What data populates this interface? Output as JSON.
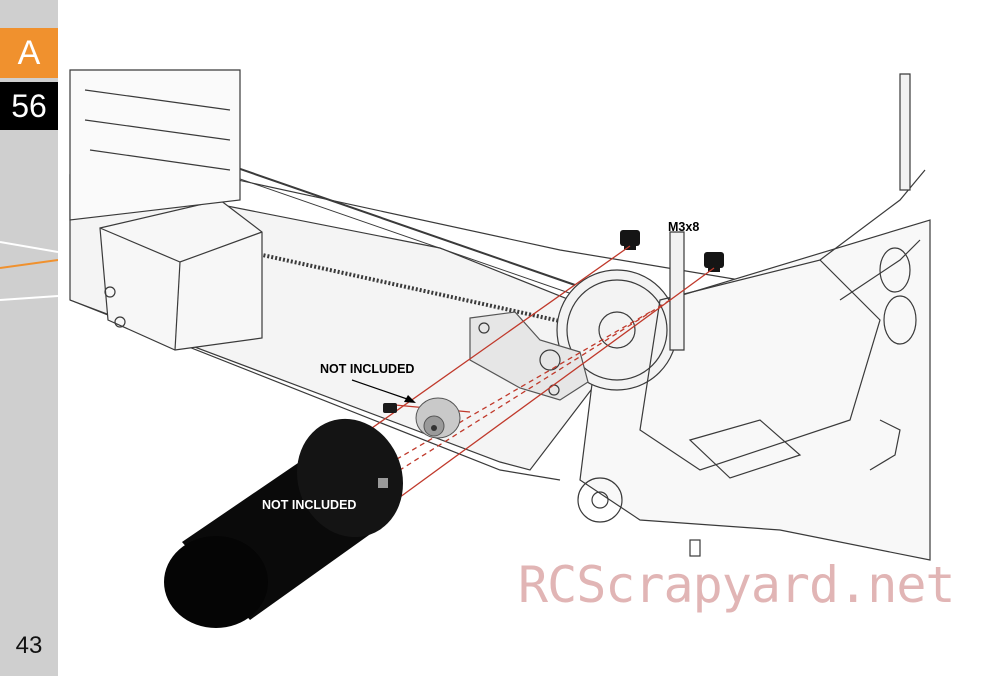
{
  "sidebar": {
    "section_letter": "A",
    "step_number": "56",
    "page_number": "43"
  },
  "callouts": {
    "screw_spec": "M3x8",
    "pinion_note": "NOT INCLUDED",
    "motor_note": "NOT INCLUDED"
  },
  "watermark": "RCScrapyard.net",
  "colors": {
    "accent_orange": "#f0912e",
    "step_black": "#000000",
    "strip_gray": "#cfcfcf",
    "guide_red": "#c0392b",
    "motor_black": "#0a0a0a",
    "watermark": "#d89090"
  }
}
